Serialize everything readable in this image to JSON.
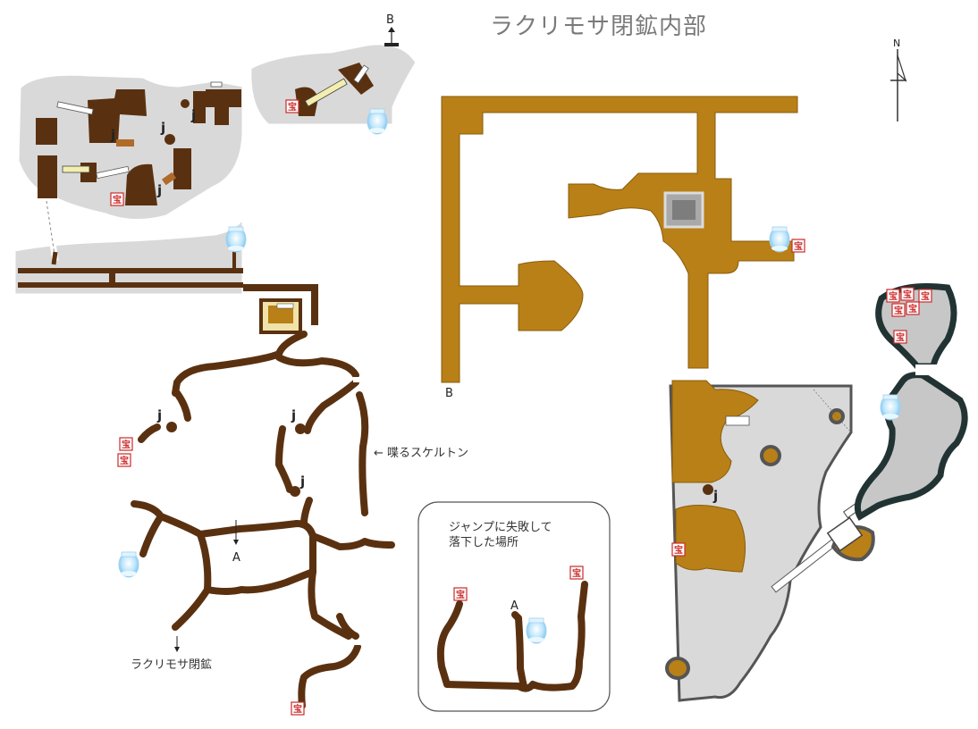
{
  "title": "ラクリモサ閉鉱内部",
  "compass": {
    "north_label": "N"
  },
  "labels": {
    "exit_b_top": "B",
    "exit_b_bottom": "B",
    "point_a_main": "A",
    "point_a_inset": "A",
    "talking_skeleton": "← 喋るスケルトン",
    "to_lacrimosa_mine": "ラクリモサ閉鉱"
  },
  "inset": {
    "caption_line1": "ジャンプに失敗して",
    "caption_line2": "落下した場所"
  },
  "jump_label": "j",
  "treasure_label": "宝",
  "colors": {
    "rock": "#5a3110",
    "gold_area": "#b88016",
    "cave_floor": "#d9d9d9",
    "treasure": "#cc2a2a"
  },
  "icons": [
    "warp-crystal-icon",
    "treasure-chest-icon",
    "ladder-icon",
    "north-arrow-icon"
  ]
}
